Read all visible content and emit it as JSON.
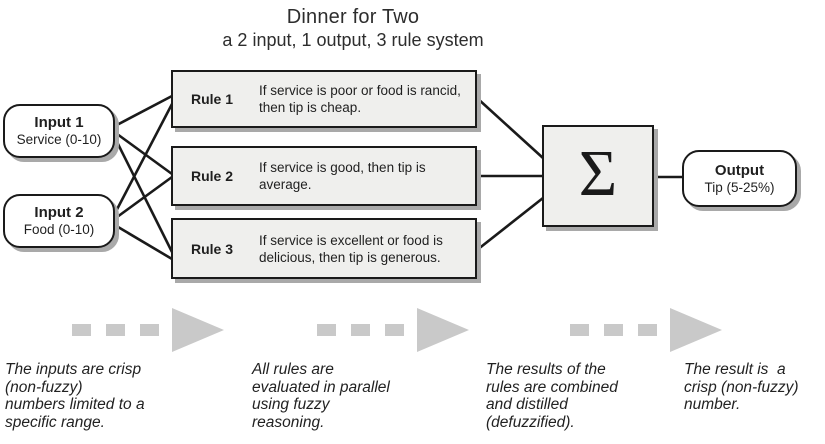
{
  "header": {
    "title": "Dinner for Two",
    "subtitle": "a 2 input, 1 output, 3 rule system"
  },
  "inputs": [
    {
      "name": "Input 1",
      "detail": "Service (0-10)"
    },
    {
      "name": "Input 2",
      "detail": "Food (0-10)"
    }
  ],
  "rules": [
    {
      "label": "Rule 1",
      "text": "If service is poor or food is rancid,\nthen tip is cheap."
    },
    {
      "label": "Rule 2",
      "text": "If service is good, then tip is average."
    },
    {
      "label": "Rule 3",
      "text": "If service is excellent or food is\ndelicious, then tip is generous."
    }
  ],
  "aggregator": {
    "symbol": "Σ",
    "icon": "sigma-summation-icon"
  },
  "output": {
    "name": "Output",
    "detail": "Tip (5-25%)"
  },
  "captions": {
    "inputs": "The inputs are crisp\n(non-fuzzy)\nnumbers limited to a\nspecific range.",
    "rules": "All rules are\nevaluated in parallel\nusing fuzzy\nreasoning.",
    "combine": "The results of the\nrules are combined\nand distilled\n(defuzzified).",
    "result": "The result is  a\ncrisp (non-fuzzy)\nnumber."
  },
  "icons": {
    "flow_arrow": "dashed-arrow-right-icon"
  },
  "colors": {
    "background": "#ffffff",
    "box_fill": "#efefed",
    "border": "#1a1a1a",
    "shadow": "#a9a9a9",
    "arrow_gray": "#c9c9c9",
    "text": "#1f1f1f"
  }
}
